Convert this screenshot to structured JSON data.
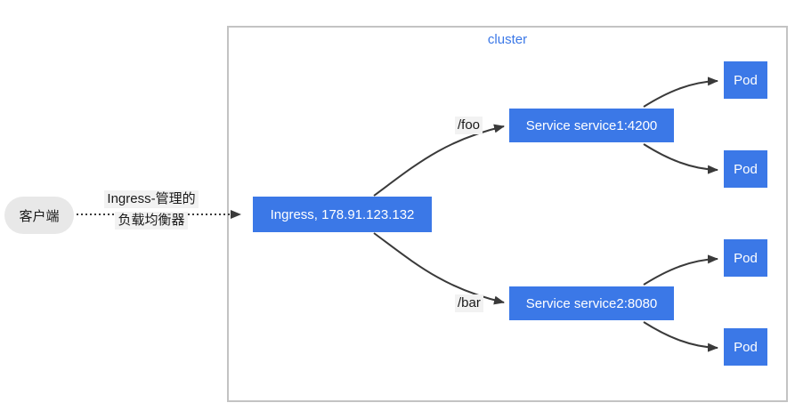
{
  "diagram": {
    "cluster": {
      "label": "cluster"
    },
    "client": {
      "label": "客户端"
    },
    "client_edge": {
      "label_line1": "Ingress-管理的",
      "label_line2": "负载均衡器"
    },
    "ingress": {
      "label": "Ingress, 178.91.123.132"
    },
    "services": [
      {
        "path": "/foo",
        "label": "Service service1:4200",
        "pods": [
          "Pod",
          "Pod"
        ]
      },
      {
        "path": "/bar",
        "label": "Service service2:8080",
        "pods": [
          "Pod",
          "Pod"
        ]
      }
    ],
    "colors": {
      "node_blue": "#3b78e7",
      "node_text": "#ffffff",
      "client_fill": "#e8e8e8",
      "cluster_border": "#c3c3c3",
      "cluster_label": "#3b78e7",
      "edge": "#3a3a3a",
      "label_bg": "#f2f2f2",
      "label_text": "#1a1a1a"
    }
  }
}
